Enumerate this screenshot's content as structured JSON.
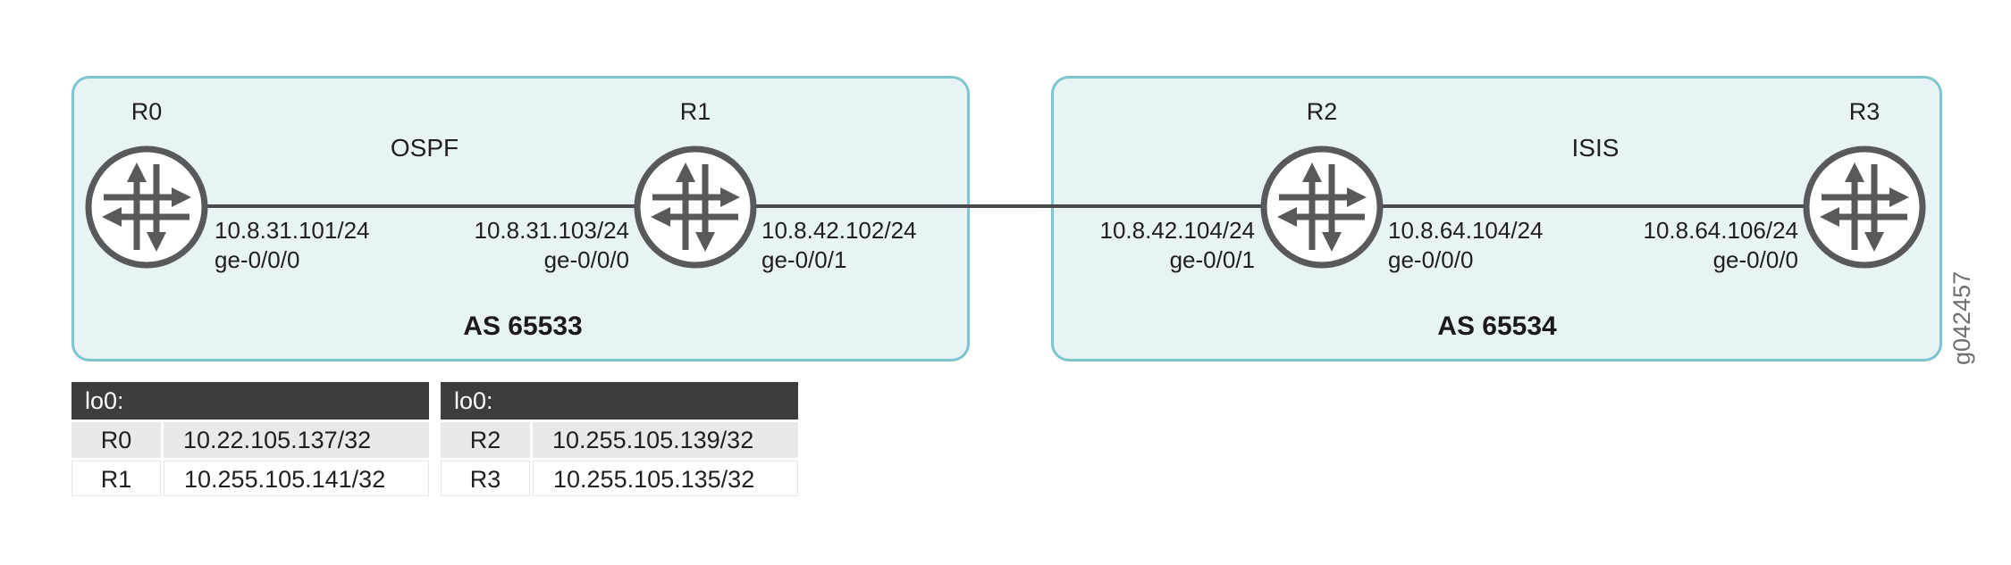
{
  "diagram": {
    "as_groups": [
      {
        "protocol": "OSPF",
        "name": "AS 65533"
      },
      {
        "protocol": "ISIS",
        "name": "AS 65534"
      }
    ],
    "routers": [
      {
        "name": "R0"
      },
      {
        "name": "R1"
      },
      {
        "name": "R2"
      },
      {
        "name": "R3"
      }
    ],
    "interfaces": [
      {
        "ip": "10.8.31.101/24",
        "port": "ge-0/0/0"
      },
      {
        "ip": "10.8.31.103/24",
        "port": "ge-0/0/0"
      },
      {
        "ip": "10.8.42.102/24",
        "port": "ge-0/0/1"
      },
      {
        "ip": "10.8.42.104/24",
        "port": "ge-0/0/1"
      },
      {
        "ip": "10.8.64.104/24",
        "port": "ge-0/0/0"
      },
      {
        "ip": "10.8.64.106/24",
        "port": "ge-0/0/0"
      }
    ],
    "figure_id": "g042457"
  },
  "tables": [
    {
      "header": "lo0:",
      "rows": [
        [
          "R0",
          "10.22.105.137/32"
        ],
        [
          "R1",
          "10.255.105.141/32"
        ]
      ]
    },
    {
      "header": "lo0:",
      "rows": [
        [
          "R2",
          "10.255.105.139/32"
        ],
        [
          "R3",
          "10.255.105.135/32"
        ]
      ]
    }
  ],
  "colors": {
    "box_fill": "#e8f3f6",
    "box_border": "#7ec6cf",
    "router_stroke": "#58595b",
    "link_line": "#4a4a4c",
    "table_header_bg": "#3d3d3d",
    "table_row_alt_bg": "#e9e9e9",
    "figure_id_text": "#6f6f71",
    "text": "#1f1f1f"
  }
}
